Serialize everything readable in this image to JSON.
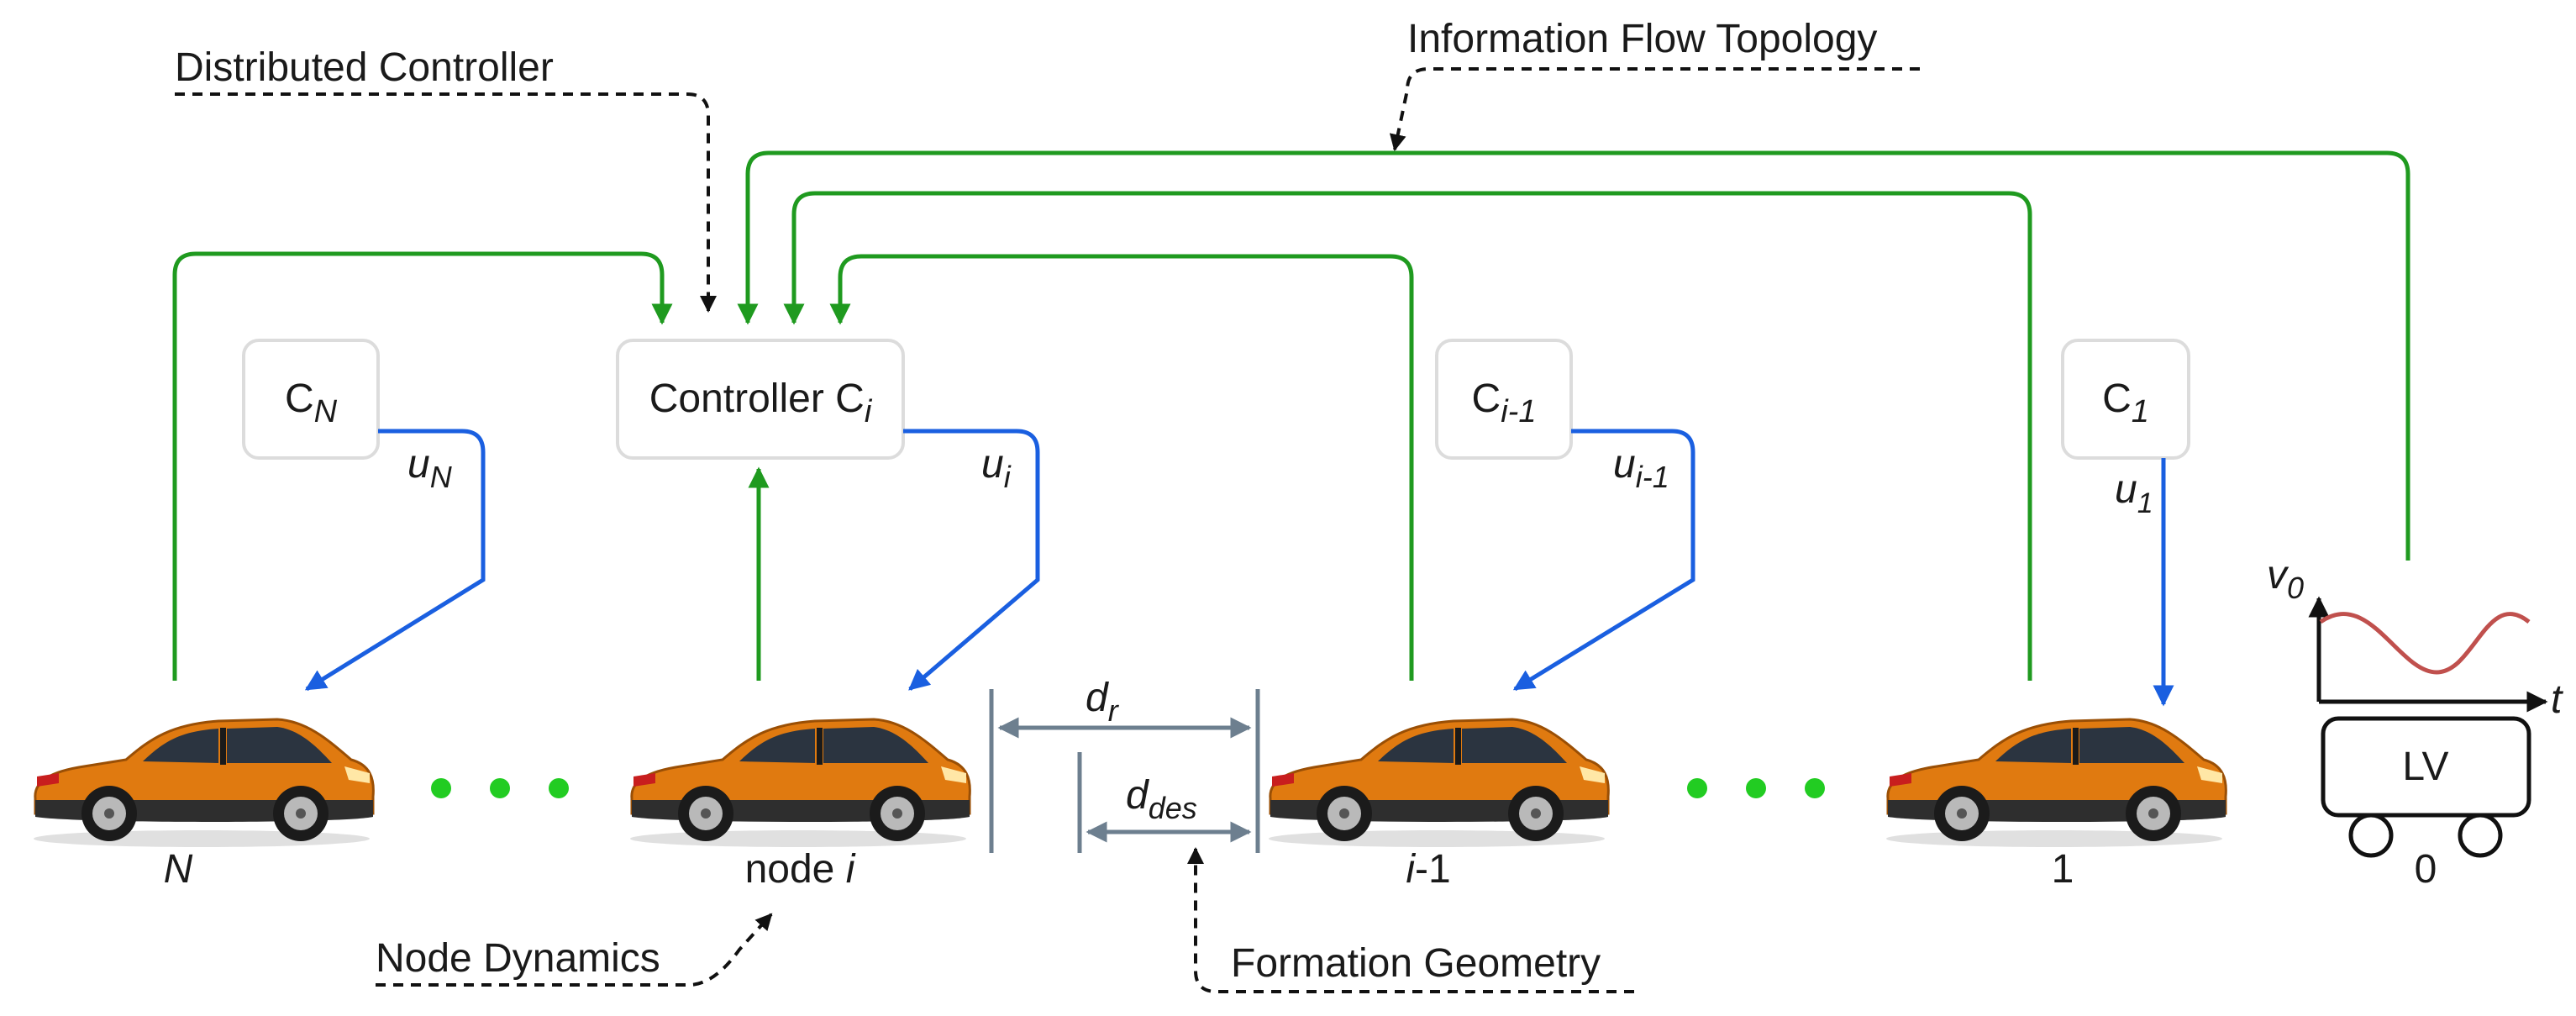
{
  "annotations": {
    "distributed_controller": "Distributed Controller",
    "information_flow_topology": "Information Flow Topology",
    "node_dynamics": "Node Dynamics",
    "formation_geometry": "Formation Geometry"
  },
  "controllers": {
    "cN": {
      "base": "C",
      "sub": "N"
    },
    "ci": {
      "base": "Controller C",
      "sub": "i"
    },
    "ci1": {
      "base": "C",
      "sub": "i-1"
    },
    "c1": {
      "base": "C",
      "sub": "1"
    }
  },
  "inputs": {
    "uN": {
      "base": "u",
      "sub": "N"
    },
    "ui": {
      "base": "u",
      "sub": "i"
    },
    "ui1": {
      "base": "u",
      "sub": "i-1"
    },
    "u1": {
      "base": "u",
      "sub": "1"
    }
  },
  "node_labels": {
    "n_N": "N",
    "n_i_prefix": "node ",
    "n_i_var": "i",
    "n_i1_var": "i",
    "n_i1_suffix": "-1",
    "n_1": "1",
    "n_0": "0"
  },
  "distances": {
    "dr": {
      "base": "d",
      "sub": "r"
    },
    "ddes": {
      "base": "d",
      "sub": "des"
    }
  },
  "leader": {
    "box_label": "LV",
    "y_axis": {
      "base": "v",
      "sub": "0"
    },
    "x_axis": "t"
  },
  "colors": {
    "car_body": "#e07a10",
    "information_arrows": "#1f9a1f",
    "control_arrows": "#1a5fe0",
    "dimension_lines": "#6d7f8f",
    "dots": "#22cc22",
    "velocity_curve": "#c0504d"
  }
}
